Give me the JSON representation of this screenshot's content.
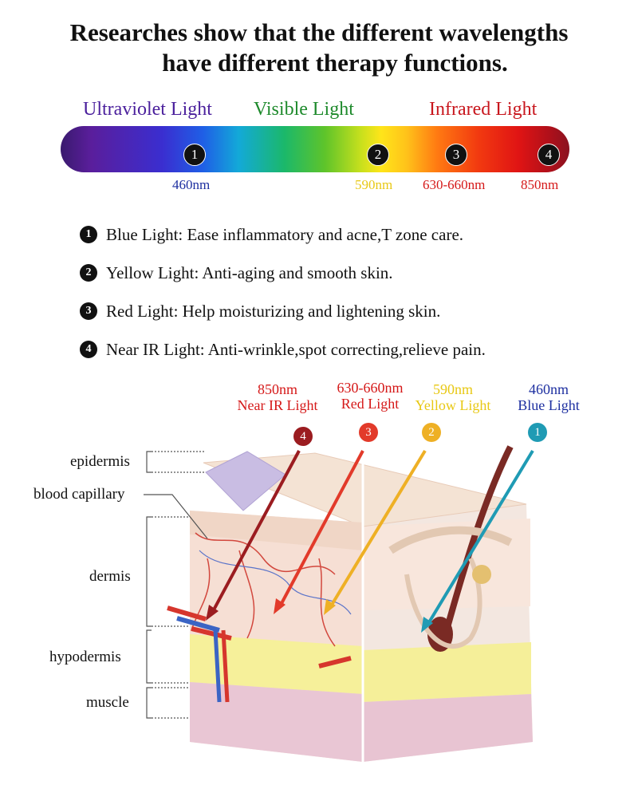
{
  "title": {
    "line1": "Researches show that the different wavelengths",
    "line2": "have different therapy functions."
  },
  "spectrum": {
    "categories": [
      {
        "label": "Ultraviolet Light",
        "color": "#4a1f9c"
      },
      {
        "label": "Visible Light",
        "color": "#1e8a2c"
      },
      {
        "label": "Infrared Light",
        "color": "#c8161d"
      }
    ],
    "markers": [
      "1",
      "2",
      "3",
      "4"
    ],
    "wavelengths": [
      {
        "label": "460nm",
        "color": "#1d2fa0"
      },
      {
        "label": "590nm",
        "color": "#e8c814"
      },
      {
        "label": "630-660nm",
        "color": "#d51818"
      },
      {
        "label": "850nm",
        "color": "#d51818"
      }
    ]
  },
  "functions": [
    {
      "num": "1",
      "text": "Blue Light: Ease inflammatory and acne,T zone care."
    },
    {
      "num": "2",
      "text": "Yellow Light: Anti-aging and smooth skin."
    },
    {
      "num": "3",
      "text": "Red Light: Help moisturizing and lightening skin."
    },
    {
      "num": "4",
      "text": "Near IR Light: Anti-wrinkle,spot correcting,relieve pain."
    }
  ],
  "lights": [
    {
      "wavelength": "850nm",
      "name": "Near IR Light",
      "num": "4",
      "text_color": "#d51818",
      "dot_color": "#9b1c20"
    },
    {
      "wavelength": "630-660nm",
      "name": "Red Light",
      "num": "3",
      "text_color": "#d51818",
      "dot_color": "#e23a2a"
    },
    {
      "wavelength": "590nm",
      "name": "Yellow Light",
      "num": "2",
      "text_color": "#e8c814",
      "dot_color": "#eeb025"
    },
    {
      "wavelength": "460nm",
      "name": "Blue Light",
      "num": "1",
      "text_color": "#1d2fa0",
      "dot_color": "#1f9bb4"
    }
  ],
  "layers": [
    "epidermis",
    "blood capillary",
    "dermis",
    "hypodermis",
    "muscle"
  ]
}
